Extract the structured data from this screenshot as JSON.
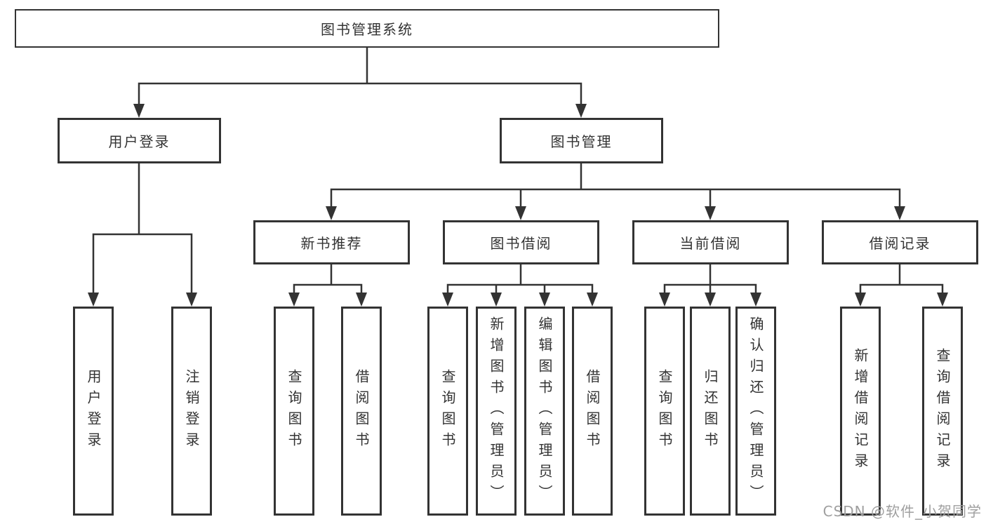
{
  "diagram": {
    "root": "图书管理系统",
    "level2": [
      "用户登录",
      "图书管理"
    ],
    "level3": [
      "新书推荐",
      "图书借阅",
      "当前借阅",
      "借阅记录"
    ],
    "leaves": {
      "user": [
        "用户登录",
        "注销登录"
      ],
      "recommend": [
        "查询图书",
        "借阅图书"
      ],
      "borrow": [
        "查询图书",
        "新增图书（管理员）",
        "编辑图书（管理员）",
        "借阅图书"
      ],
      "current": [
        "查询图书",
        "归还图书",
        "确认归还（管理员）"
      ],
      "records": [
        "新增借阅记录",
        "查询借阅记录"
      ]
    }
  },
  "watermark": "CSDN @软件_小贺同学",
  "colors": {
    "line": "#333333",
    "text": "#333333",
    "watermark_text": "#9f9f9f",
    "background": "#ffffff"
  }
}
